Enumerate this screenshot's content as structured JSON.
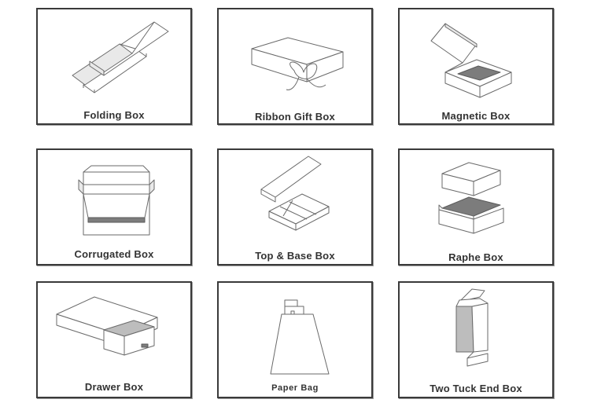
{
  "grid": {
    "items": [
      {
        "label": "Folding Box",
        "icon": "folding-box-icon"
      },
      {
        "label": "Ribbon Gift Box",
        "icon": "ribbon-gift-box-icon"
      },
      {
        "label": "Magnetic Box",
        "icon": "magnetic-box-icon"
      },
      {
        "label": "Corrugated Box",
        "icon": "corrugated-box-icon"
      },
      {
        "label": "Top & Base Box",
        "icon": "top-base-box-icon"
      },
      {
        "label": "Raphe Box",
        "icon": "raphe-box-icon"
      },
      {
        "label": "Drawer Box",
        "icon": "drawer-box-icon"
      },
      {
        "label": "Paper Bag",
        "icon": "paper-bag-icon"
      },
      {
        "label": "Two Tuck End Box",
        "icon": "two-tuck-end-box-icon"
      }
    ]
  },
  "colors": {
    "border": "#3a3a3a",
    "line": "#6a6a6a",
    "label": "#333333"
  }
}
